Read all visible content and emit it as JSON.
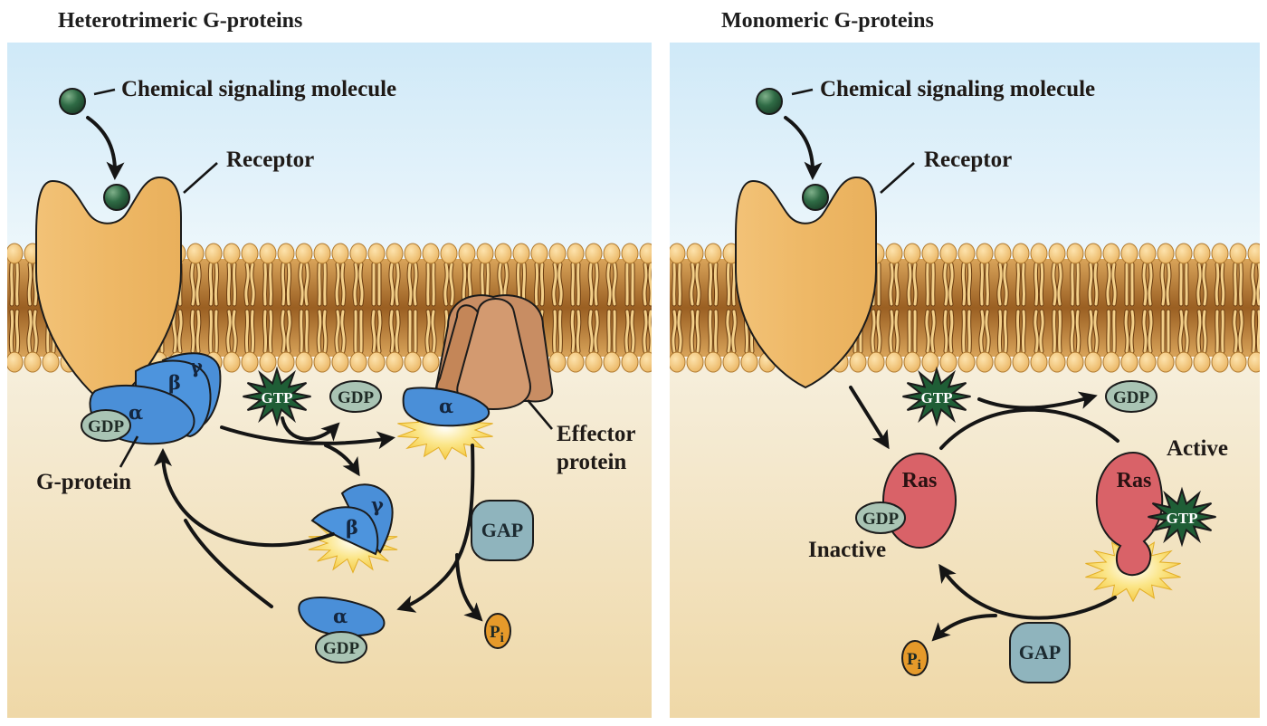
{
  "figure": {
    "panels": [
      {
        "id": "heterotrimeric",
        "title": "Heterotrimeric G-proteins",
        "labels": {
          "signal": "Chemical signaling molecule",
          "receptor": "Receptor",
          "g_protein": "G-protein",
          "effector_line1": "Effector",
          "effector_line2": "protein"
        },
        "subunits": {
          "alpha": "α",
          "beta": "β",
          "gamma": "γ"
        },
        "molecules": {
          "gdp": "GDP",
          "gtp": "GTP",
          "gap": "GAP",
          "pi_main": "P",
          "pi_sub": "i"
        }
      },
      {
        "id": "monomeric",
        "title": "Monomeric G-proteins",
        "labels": {
          "signal": "Chemical signaling molecule",
          "receptor": "Receptor",
          "active": "Active",
          "inactive": "Inactive",
          "ras": "Ras"
        },
        "molecules": {
          "gdp": "GDP",
          "gtp": "GTP",
          "gap": "GAP",
          "pi_main": "P",
          "pi_sub": "i"
        }
      }
    ],
    "colors": {
      "extracellular_top": "#cfe9f8",
      "extracellular_bottom": "#eef7fb",
      "cytoplasm_top": "#f5eedb",
      "cytoplasm_bottom": "#efd9a9",
      "receptor": "#eeb866",
      "signal_molecule": "#2f6b45",
      "g_protein": "#4a8fd8",
      "effector": "#c88d63",
      "gdp": "#a9c4b4",
      "gtp": "#1f5e36",
      "gap": "#8fb4bd",
      "pi": "#e69a2a",
      "ras": "#d96268",
      "activation_burst": "#f7d44a"
    }
  }
}
